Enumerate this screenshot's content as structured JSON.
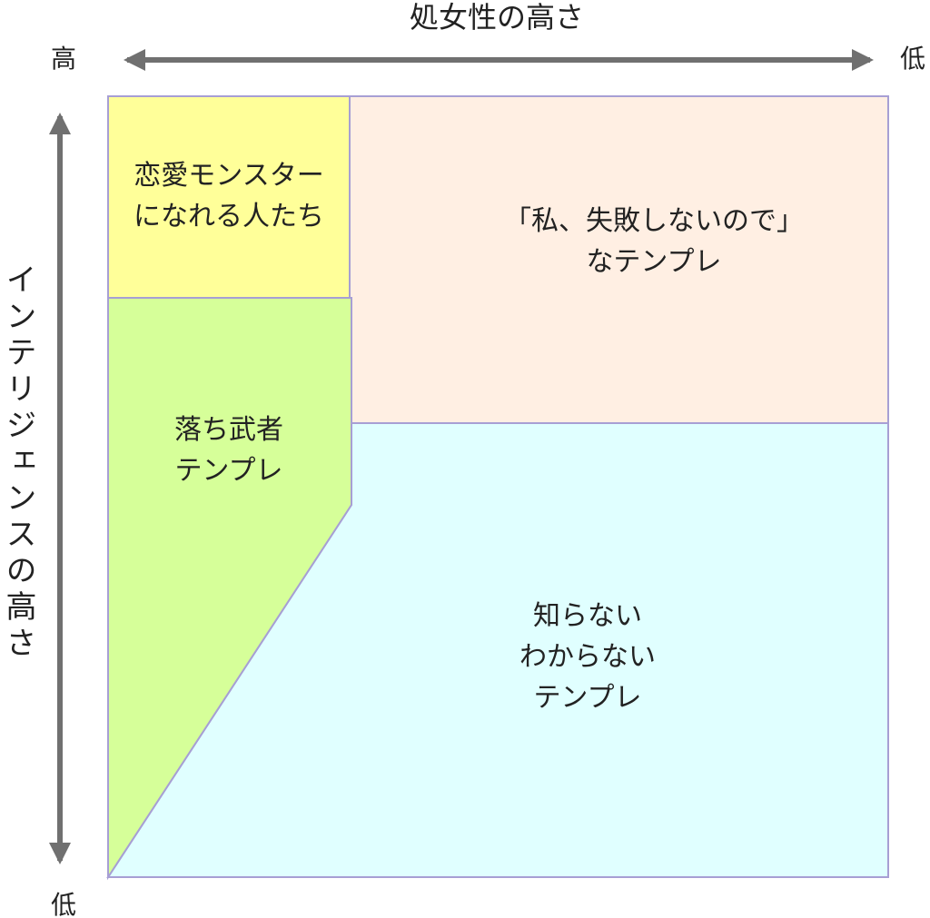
{
  "top_axis": {
    "title": "処女性の高さ",
    "left_end": "高",
    "right_end": "低"
  },
  "left_axis": {
    "title": "インテリジェンスの高さ",
    "bottom_end": "低"
  },
  "regions": {
    "yellow": {
      "lines": [
        "恋愛モンスター",
        "になれる人たち"
      ],
      "fill": "#ffff99"
    },
    "peach": {
      "lines": [
        "「私、失敗しないので」",
        "なテンプレ"
      ],
      "fill": "#ffefe3"
    },
    "green": {
      "lines": [
        "落ち武者",
        "テンプレ"
      ],
      "fill": "#d6ff99"
    },
    "cyan": {
      "lines": [
        "知らない",
        "わからない",
        "テンプレ"
      ],
      "fill": "#e0ffff"
    }
  },
  "colors": {
    "border": "#a79fd4",
    "arrow": "#707070"
  }
}
